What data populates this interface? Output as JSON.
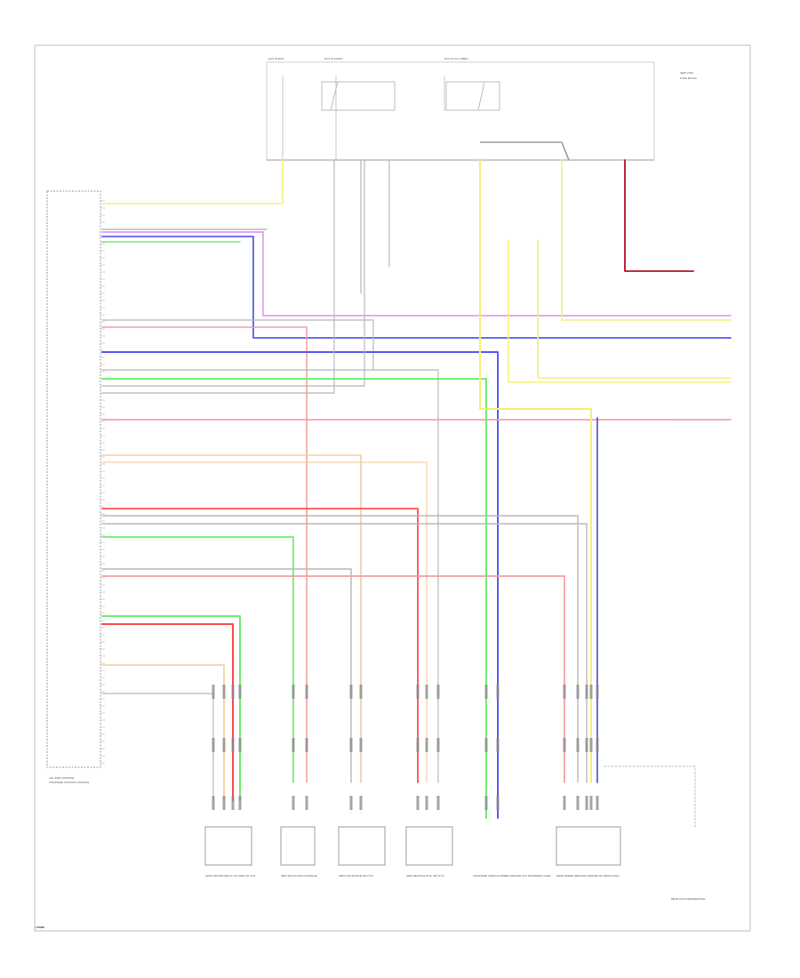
{
  "diagram": {
    "figure_code": "176966",
    "module_caption": [
      "4.0L 4WD CONTROL",
      "TRANSFER CONTROL MODULE"
    ],
    "top_labels": [
      "HOT IN RUN",
      "HOT IN START",
      "HOT AT ALL TIMES",
      "4WD CTRL",
      "FUSE BLOCK"
    ],
    "bottom_components": [
      "SHIFT MOTOR RELAY (LH SIDE OF T/C)",
      "4WD SW (FLOOR CONSOLE)",
      "4WD LOW RANGE SW (T/C)",
      "4WD NEUTRAL POS. SW (T/C)",
      "TRANSFER VEHICLE SPEED SENSOR (ON TRANSFER CASE)",
      "REAR SPEED SENSOR (CENTER OF REAR AXLE)",
      "REAR AXLE DIFFERENTIAL"
    ],
    "wire_colors": {
      "yellow": "#f3f07a",
      "green": "#74ee74",
      "blue": "#5b5cf0",
      "pink": "#f4a0a4",
      "red": "#ff4d4d",
      "gray": "#b8b8b8",
      "tan": "#f2cfa0",
      "violet": "#e08af0",
      "dark_red": "#b4182e",
      "light_green": "#bff4bf"
    }
  }
}
